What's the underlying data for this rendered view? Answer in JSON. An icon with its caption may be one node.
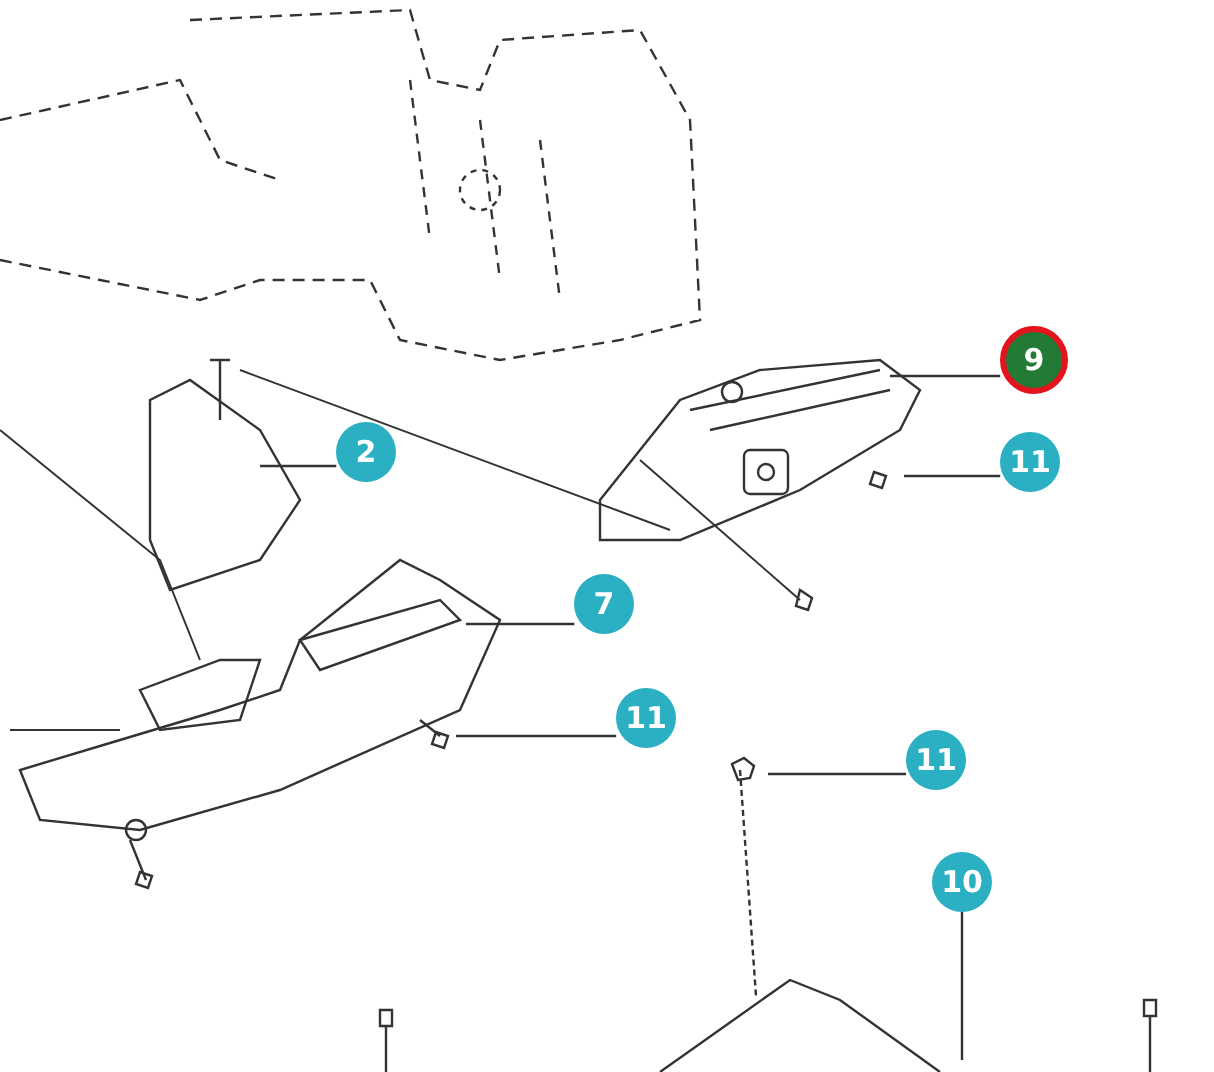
{
  "diagram": {
    "nodes": [
      {
        "text": [
          "9"
        ]
      },
      {
        "text": [
          "2"
        ]
      },
      {
        "text": [
          "11"
        ]
      },
      {
        "text": [
          "7"
        ]
      },
      {
        "text": [
          "11"
        ]
      },
      {
        "text": [
          "11"
        ]
      },
      {
        "text": [
          "10"
        ]
      }
    ],
    "edges": [
      {
        "from": 0,
        "to": null,
        "arrow": "none"
      },
      {
        "from": 1,
        "to": null,
        "arrow": "none"
      },
      {
        "from": 2,
        "to": null,
        "arrow": "none"
      },
      {
        "from": 3,
        "to": null,
        "arrow": "none"
      },
      {
        "from": 4,
        "to": null,
        "arrow": "none"
      },
      {
        "from": 5,
        "to": null,
        "arrow": "none"
      },
      {
        "from": 6,
        "to": null,
        "arrow": "none"
      }
    ]
  }
}
